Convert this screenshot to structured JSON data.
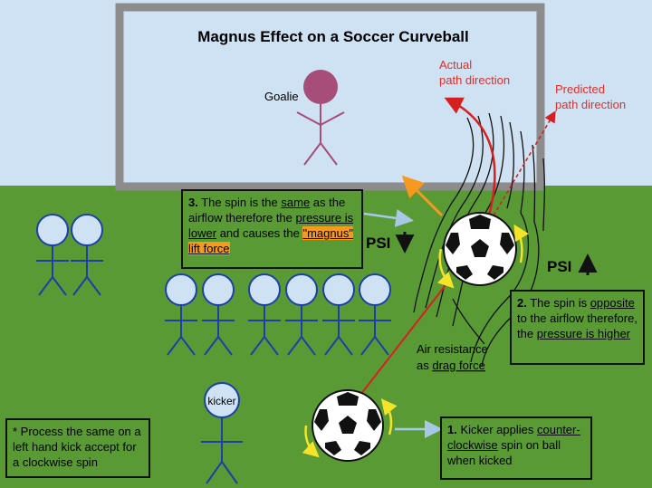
{
  "title": "Magnus Effect on a Soccer Curveball",
  "goalie_label": "Goalie",
  "kicker_label": "kicker",
  "actual_path_label": [
    "Actual",
    "path direction"
  ],
  "predicted_path_label": [
    "Predicted",
    "path direction"
  ],
  "psi_left": "PSI",
  "psi_right": "PSI",
  "air_resistance_label": [
    "Air resistance",
    "as ",
    "drag force"
  ],
  "note3": {
    "num": "3.",
    "t1": " The spin is the ",
    "same": "same",
    "t2": " as the airflow therefore the ",
    "pressure_lower": "pressure is lower",
    "t3": " and causes the ",
    "magnus": "\"magnus\" lift force"
  },
  "note2": {
    "num": "2.",
    "t1": " The spin is ",
    "opposite": "opposite",
    "t2": " to the airflow therefore, the ",
    "pressure_higher": "pressure is higher"
  },
  "note1": {
    "num": "1.",
    "t1": " Kicker applies ",
    "ccw": "counter-clockwise",
    "t2": " spin on ball when kicked"
  },
  "footnote": "* Process the same on a left hand kick accept for a clockwise spin",
  "colors": {
    "sky": "#cfe2f3",
    "grass": "#5a9a35",
    "goal_frame": "#8c8c8c",
    "goalie_head": "#a64d79",
    "stick_blue": "#1c3fa8",
    "head_fill": "#cfe2f3",
    "actual_path": "#d62020",
    "highlight": "#f59a1e",
    "spin_arrow": "#f5e32a"
  }
}
